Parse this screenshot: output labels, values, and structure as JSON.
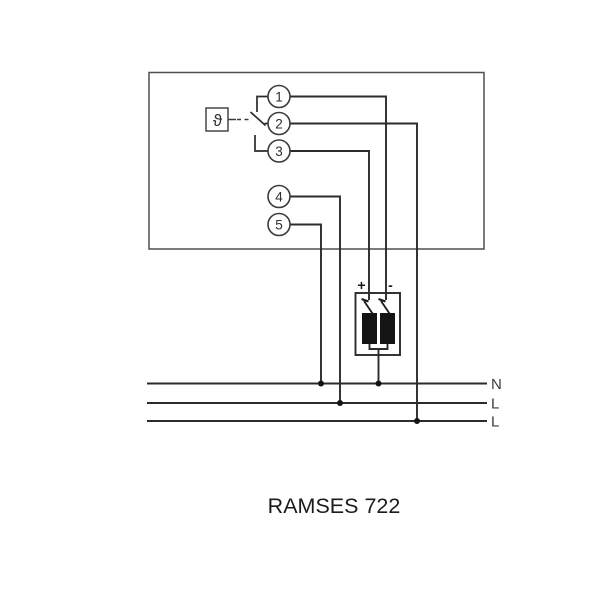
{
  "diagram": {
    "caption": "RAMSES 722",
    "sensor": {
      "symbol": "ϑ"
    },
    "terminals": [
      {
        "label": "1"
      },
      {
        "label": "2"
      },
      {
        "label": "3"
      },
      {
        "label": "4"
      },
      {
        "label": "5"
      }
    ],
    "actuator": {
      "plus_label": "+",
      "minus_label": "-"
    },
    "power_lines": [
      {
        "label": "N"
      },
      {
        "label": "L"
      },
      {
        "label": "L"
      }
    ],
    "colors": {
      "wire": "#2b2b2b",
      "outline": "#4f4f4f",
      "symbol": "#3a3a3a",
      "fill_black": "#141414",
      "background": "#ffffff"
    }
  }
}
